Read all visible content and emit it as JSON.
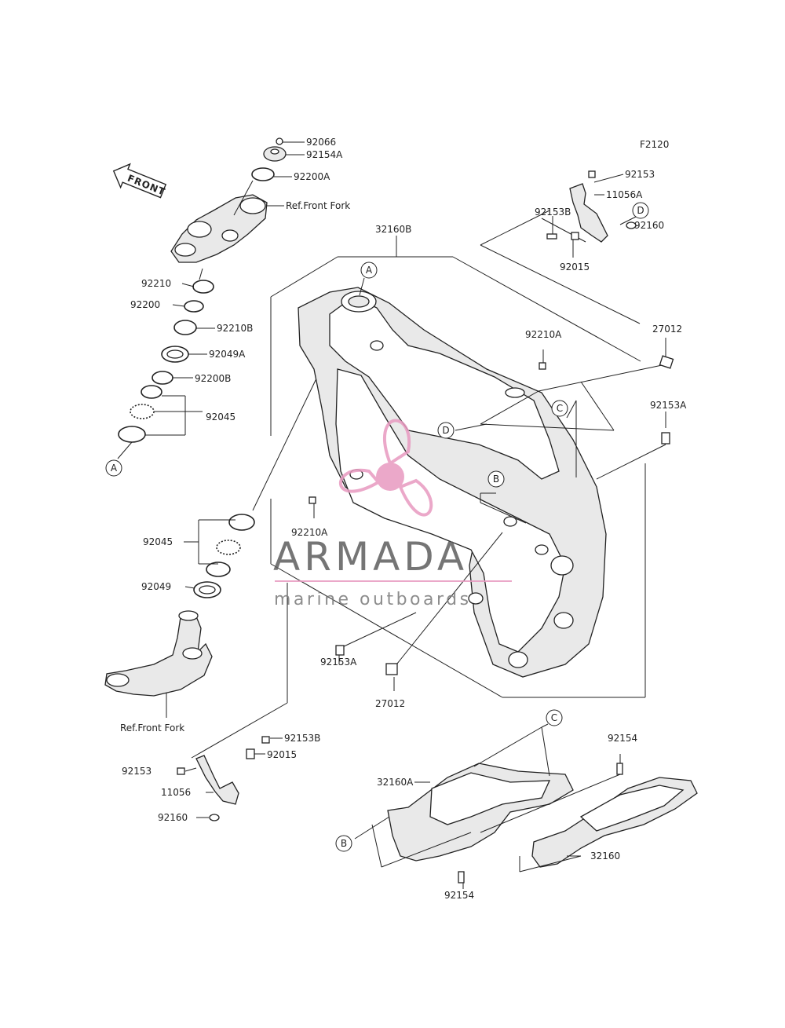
{
  "figure_code": "F2120",
  "front_label": "FRONT",
  "watermark": {
    "brand": "ARMADA",
    "tagline": "marine outboards",
    "brand_color": "#e89ac0"
  },
  "callouts": {
    "a": "A",
    "b": "B",
    "c": "C",
    "d": "D"
  },
  "labels": {
    "p92066": "92066",
    "p92154a": "92154A",
    "p92200a": "92200A",
    "ref_front_fork_top": "Ref.Front Fork",
    "p92210": "92210",
    "p92200": "92200",
    "p92210b": "92210B",
    "p92049a": "92049A",
    "p92200b": "92200B",
    "p92045_top": "92045",
    "p92045_bottom": "92045",
    "p92049": "92049",
    "ref_front_fork_bottom": "Ref.Front Fork",
    "p32160b": "32160B",
    "p92153_top": "92153",
    "p11056a": "11056A",
    "p92153b_top": "92153B",
    "p92160_top": "92160",
    "p92015_top": "92015",
    "p92210a_right": "92210A",
    "p27012_right": "27012",
    "p92153a_right": "92153A",
    "p92210a_left": "92210A",
    "p92153a_bottom": "92153A",
    "p27012_bottom": "27012",
    "p92153b_bottom": "92153B",
    "p92015_bottom": "92015",
    "p92153_bottom": "92153",
    "p11056": "11056",
    "p92160_bottom": "92160",
    "p32160a": "32160A",
    "p92154_top": "92154",
    "p32160": "32160",
    "p92154_bottom": "92154"
  }
}
